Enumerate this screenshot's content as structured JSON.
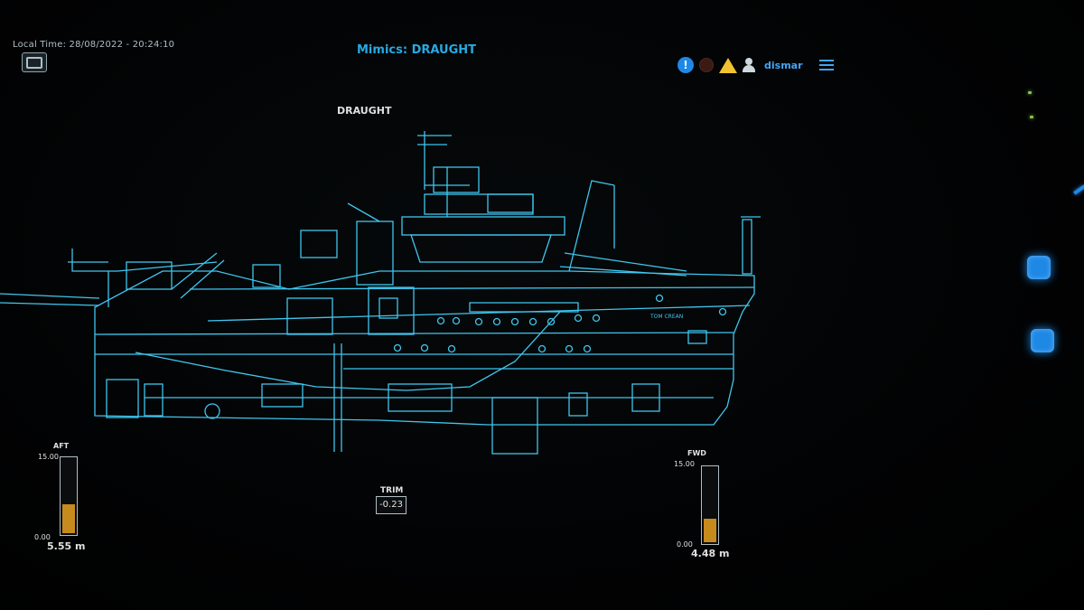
{
  "header": {
    "local_time": "Local Time: 28/08/2022 - 20:24:10",
    "title": "Mimics: DRAUGHT",
    "brand": "dismar"
  },
  "icons": {
    "info": "info-icon",
    "alarm": "alarm-icon",
    "warning": "warning-icon",
    "user": "user-icon",
    "menu": "menu-icon",
    "home": "home-icon"
  },
  "section_title": "DRAUGHT",
  "ship_name": "TOM CREAN",
  "colors": {
    "accent": "#27a9e1",
    "drawing": "#3fc6ee",
    "gauge_fill": "#c78a1c",
    "warning": "#f2c230"
  },
  "gauges": {
    "aft": {
      "label": "AFT",
      "max": "15.00",
      "min": "0.00",
      "value": 5.55,
      "value_text": "5.55 m"
    },
    "fwd": {
      "label": "FWD",
      "max": "15.00",
      "min": "0.00",
      "value": 4.48,
      "value_text": "4.48 m"
    }
  },
  "trim": {
    "label": "TRIM",
    "value": "-0.23"
  }
}
